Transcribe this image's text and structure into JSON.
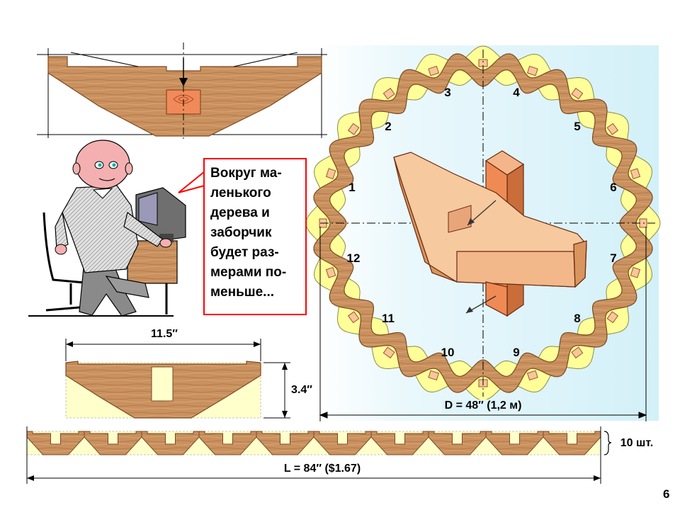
{
  "speech_bubble": {
    "lines": [
      "Вокруг ма-",
      "ленького",
      "дерева и",
      "заборчик",
      "будет раз-",
      "мерами по-",
      "меньше..."
    ]
  },
  "clock_numbers": [
    "1",
    "2",
    "3",
    "4",
    "5",
    "6",
    "7",
    "8",
    "9",
    "10",
    "11",
    "12"
  ],
  "dimensions": {
    "width": "11.5″",
    "height": "3.4″",
    "diameter": "D = 48″ (1,2 м)",
    "length": "L = 84″ ($1.67)",
    "quantity": "10 шт."
  },
  "page_number": "6",
  "colors": {
    "wood": "#c9915f",
    "wood_dark": "#8a5528",
    "plank_bg": "#ffffcc",
    "panel_bg": "#dff4fb",
    "bubble_border": "#ff0000",
    "post": "#ef9a6b",
    "sleeve": "#f6c79a"
  }
}
